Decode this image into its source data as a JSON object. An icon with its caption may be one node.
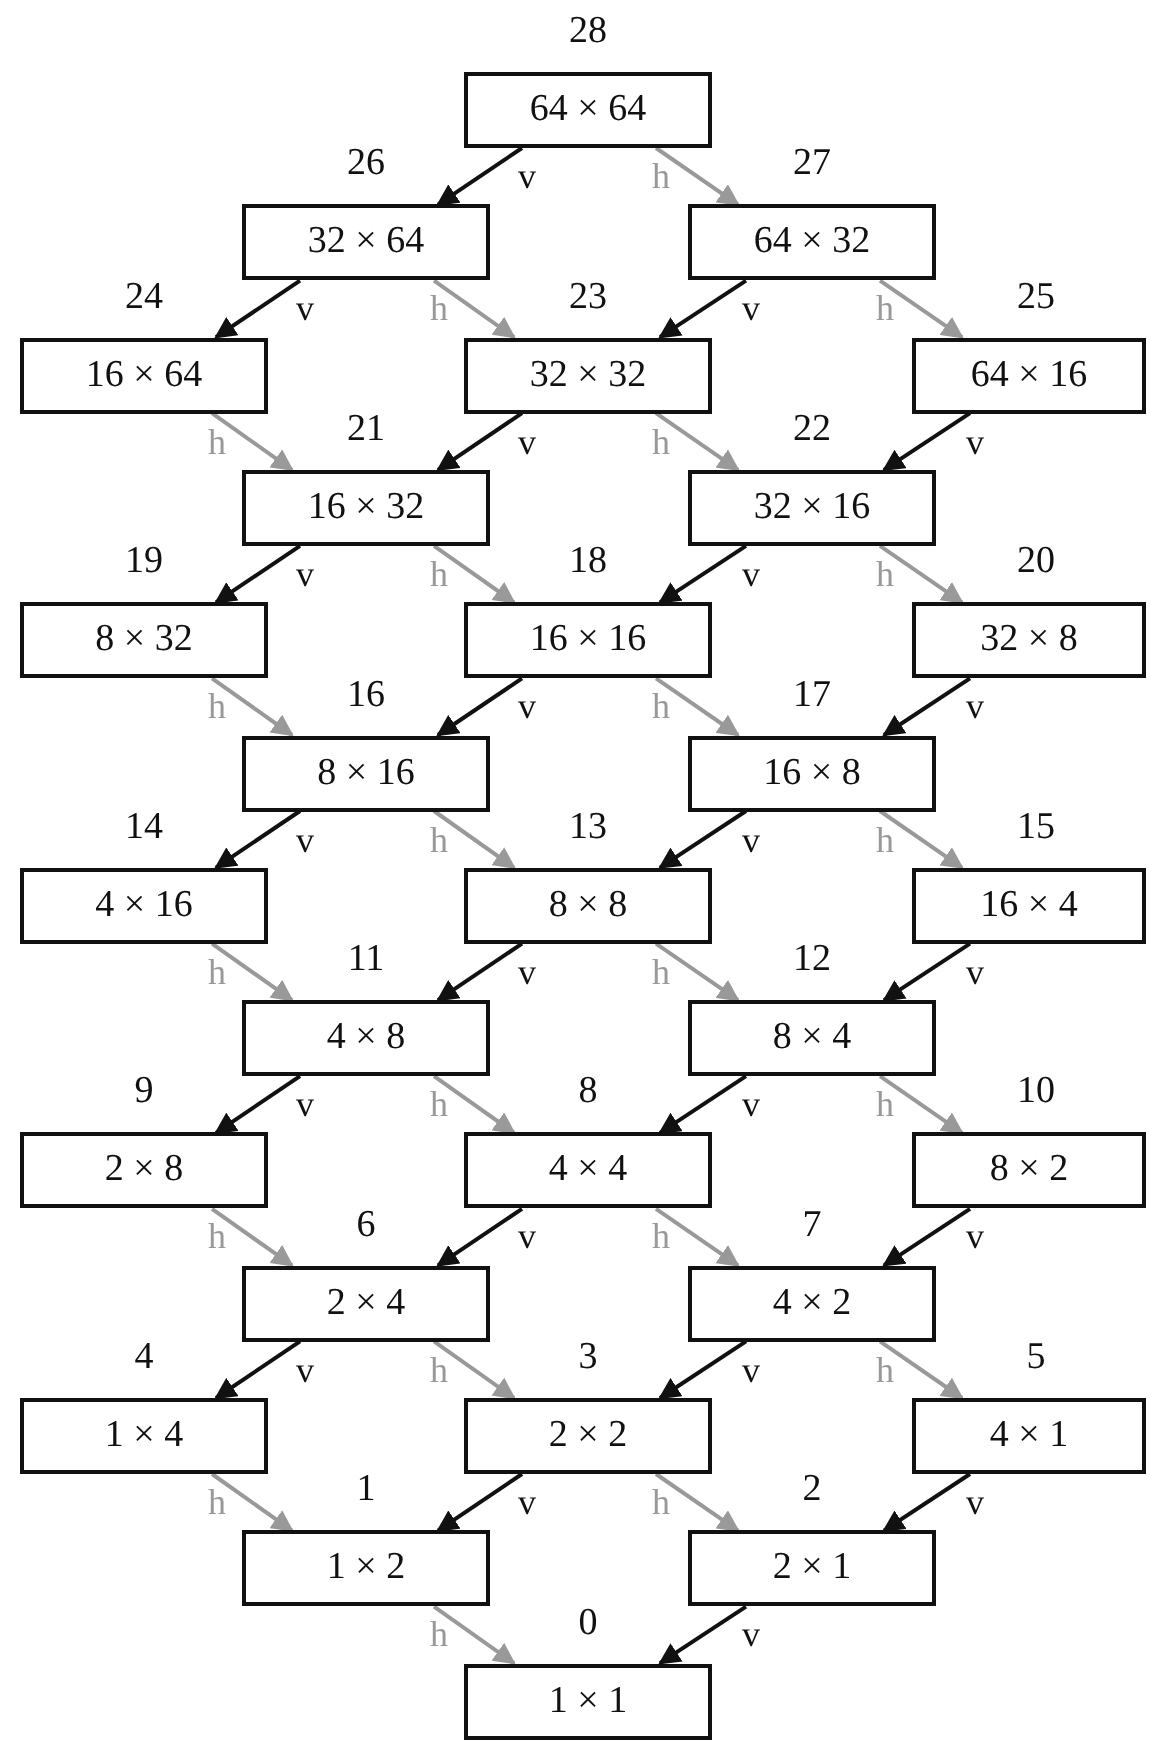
{
  "diagram": {
    "nodes": [
      {
        "text": [
          "64 × 64"
        ],
        "beside": [
          "28"
        ]
      },
      {
        "text": [
          "32 × 64"
        ],
        "beside": [
          "26"
        ]
      },
      {
        "text": [
          "64 × 32"
        ],
        "beside": [
          "27"
        ]
      },
      {
        "text": [
          "16 × 64"
        ],
        "beside": [
          "24"
        ]
      },
      {
        "text": [
          "32 × 32"
        ],
        "beside": [
          "23"
        ]
      },
      {
        "text": [
          "64 × 16"
        ],
        "beside": [
          "25"
        ]
      },
      {
        "text": [
          "16 × 32"
        ],
        "beside": [
          "21"
        ]
      },
      {
        "text": [
          "32 × 16"
        ],
        "beside": [
          "22"
        ]
      },
      {
        "text": [
          "8 × 32"
        ],
        "beside": [
          "19"
        ]
      },
      {
        "text": [
          "16 × 16"
        ],
        "beside": [
          "18"
        ]
      },
      {
        "text": [
          "32 × 8"
        ],
        "beside": [
          "20"
        ]
      },
      {
        "text": [
          "8 × 16"
        ],
        "beside": [
          "16"
        ]
      },
      {
        "text": [
          "16 × 8"
        ],
        "beside": [
          "17"
        ]
      },
      {
        "text": [
          "4 × 16"
        ],
        "beside": [
          "14"
        ]
      },
      {
        "text": [
          "8 × 8"
        ],
        "beside": [
          "13"
        ]
      },
      {
        "text": [
          "16 × 4"
        ],
        "beside": [
          "15"
        ]
      },
      {
        "text": [
          "4 × 8"
        ],
        "beside": [
          "11"
        ]
      },
      {
        "text": [
          "8 × 4"
        ],
        "beside": [
          "12"
        ]
      },
      {
        "text": [
          "2 × 8"
        ],
        "beside": [
          "9"
        ]
      },
      {
        "text": [
          "4 × 4"
        ],
        "beside": [
          "8"
        ]
      },
      {
        "text": [
          "8 × 2"
        ],
        "beside": [
          "10"
        ]
      },
      {
        "text": [
          "2 × 4"
        ],
        "beside": [
          "6"
        ]
      },
      {
        "text": [
          "4 × 2"
        ],
        "beside": [
          "7"
        ]
      },
      {
        "text": [
          "1 × 4"
        ],
        "beside": [
          "4"
        ]
      },
      {
        "text": [
          "2 × 2"
        ],
        "beside": [
          "3"
        ]
      },
      {
        "text": [
          "4 × 1"
        ],
        "beside": [
          "5"
        ]
      },
      {
        "text": [
          "1 × 2"
        ],
        "beside": [
          "1"
        ]
      },
      {
        "text": [
          "2 × 1"
        ],
        "beside": [
          "2"
        ]
      },
      {
        "text": [
          "1 × 1"
        ],
        "beside": [
          "0"
        ]
      }
    ],
    "edges": [
      {
        "from": 0,
        "to": 1,
        "arrow": "to",
        "label": "v"
      },
      {
        "from": 0,
        "to": 2,
        "arrow": "to",
        "label": "h",
        "color": "#999999"
      },
      {
        "from": 1,
        "to": 3,
        "arrow": "to",
        "label": "v"
      },
      {
        "from": 1,
        "to": 4,
        "arrow": "to",
        "label": "h",
        "color": "#999999"
      },
      {
        "from": 2,
        "to": 4,
        "arrow": "to",
        "label": "v"
      },
      {
        "from": 2,
        "to": 5,
        "arrow": "to",
        "label": "h",
        "color": "#999999"
      },
      {
        "from": 3,
        "to": 6,
        "arrow": "to",
        "label": "h",
        "color": "#999999"
      },
      {
        "from": 4,
        "to": 6,
        "arrow": "to",
        "label": "v"
      },
      {
        "from": 4,
        "to": 7,
        "arrow": "to",
        "label": "h",
        "color": "#999999"
      },
      {
        "from": 5,
        "to": 7,
        "arrow": "to",
        "label": "v"
      },
      {
        "from": 6,
        "to": 8,
        "arrow": "to",
        "label": "v"
      },
      {
        "from": 6,
        "to": 9,
        "arrow": "to",
        "label": "h",
        "color": "#999999"
      },
      {
        "from": 7,
        "to": 9,
        "arrow": "to",
        "label": "v"
      },
      {
        "from": 7,
        "to": 10,
        "arrow": "to",
        "label": "h",
        "color": "#999999"
      },
      {
        "from": 8,
        "to": 11,
        "arrow": "to",
        "label": "h",
        "color": "#999999"
      },
      {
        "from": 9,
        "to": 11,
        "arrow": "to",
        "label": "v"
      },
      {
        "from": 9,
        "to": 12,
        "arrow": "to",
        "label": "h",
        "color": "#999999"
      },
      {
        "from": 10,
        "to": 12,
        "arrow": "to",
        "label": "v"
      },
      {
        "from": 11,
        "to": 13,
        "arrow": "to",
        "label": "v"
      },
      {
        "from": 11,
        "to": 14,
        "arrow": "to",
        "label": "h",
        "color": "#999999"
      },
      {
        "from": 12,
        "to": 14,
        "arrow": "to",
        "label": "v"
      },
      {
        "from": 12,
        "to": 15,
        "arrow": "to",
        "label": "h",
        "color": "#999999"
      },
      {
        "from": 13,
        "to": 16,
        "arrow": "to",
        "label": "h",
        "color": "#999999"
      },
      {
        "from": 14,
        "to": 16,
        "arrow": "to",
        "label": "v"
      },
      {
        "from": 14,
        "to": 17,
        "arrow": "to",
        "label": "h",
        "color": "#999999"
      },
      {
        "from": 15,
        "to": 17,
        "arrow": "to",
        "label": "v"
      },
      {
        "from": 16,
        "to": 18,
        "arrow": "to",
        "label": "v"
      },
      {
        "from": 16,
        "to": 19,
        "arrow": "to",
        "label": "h",
        "color": "#999999"
      },
      {
        "from": 17,
        "to": 19,
        "arrow": "to",
        "label": "v"
      },
      {
        "from": 17,
        "to": 20,
        "arrow": "to",
        "label": "h",
        "color": "#999999"
      },
      {
        "from": 18,
        "to": 21,
        "arrow": "to",
        "label": "h",
        "color": "#999999"
      },
      {
        "from": 19,
        "to": 21,
        "arrow": "to",
        "label": "v"
      },
      {
        "from": 19,
        "to": 22,
        "arrow": "to",
        "label": "h",
        "color": "#999999"
      },
      {
        "from": 20,
        "to": 22,
        "arrow": "to",
        "label": "v"
      },
      {
        "from": 21,
        "to": 23,
        "arrow": "to",
        "label": "v"
      },
      {
        "from": 21,
        "to": 24,
        "arrow": "to",
        "label": "h",
        "color": "#999999"
      },
      {
        "from": 22,
        "to": 24,
        "arrow": "to",
        "label": "v"
      },
      {
        "from": 22,
        "to": 25,
        "arrow": "to",
        "label": "h",
        "color": "#999999"
      },
      {
        "from": 23,
        "to": 26,
        "arrow": "to",
        "label": "h",
        "color": "#999999"
      },
      {
        "from": 24,
        "to": 26,
        "arrow": "to",
        "label": "v"
      },
      {
        "from": 24,
        "to": 27,
        "arrow": "to",
        "label": "h",
        "color": "#999999"
      },
      {
        "from": 25,
        "to": 27,
        "arrow": "to",
        "label": "v"
      },
      {
        "from": 26,
        "to": 28,
        "arrow": "to",
        "label": "h",
        "color": "#999999"
      },
      {
        "from": 27,
        "to": 28,
        "arrow": "to",
        "label": "v"
      }
    ]
  }
}
